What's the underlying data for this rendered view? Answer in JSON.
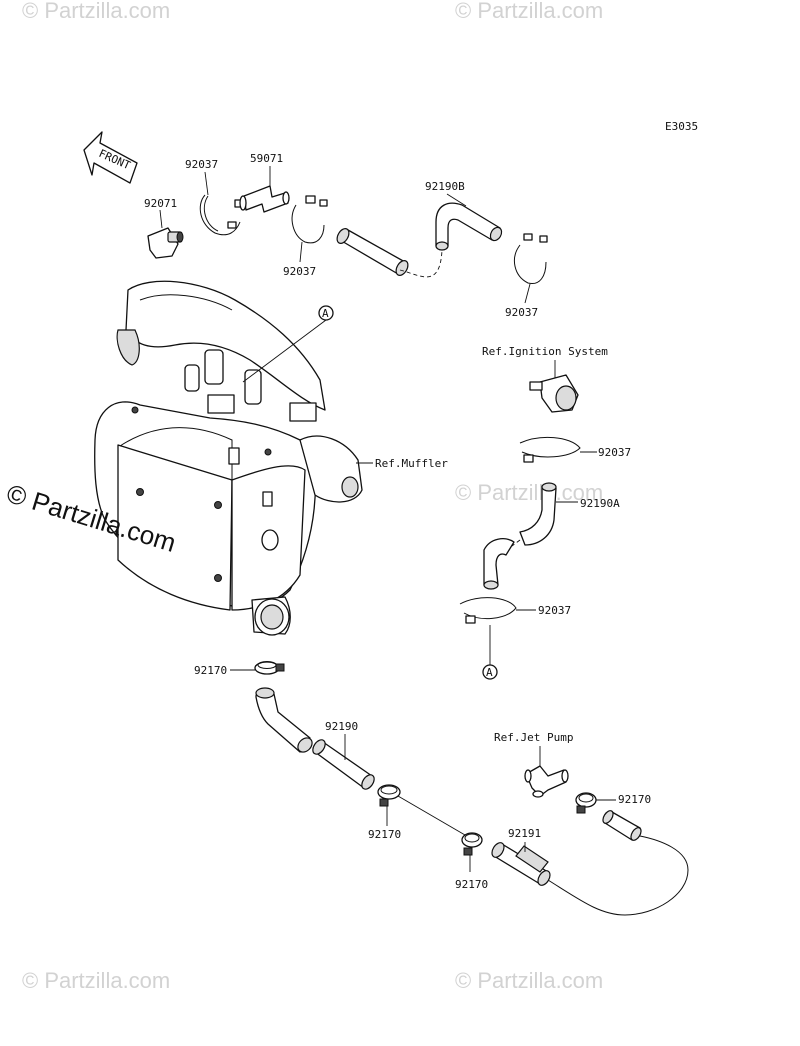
{
  "watermarks": {
    "tl": "© Partzilla.com",
    "tr": "© Partzilla.com",
    "mid_left": "© Partzilla.com",
    "mid_right": "© Partzilla.com",
    "bl": "© Partzilla.com",
    "br": "© Partzilla.com"
  },
  "diagram": {
    "code": "E3035",
    "front_label": "FRONT",
    "callout_marker": "A",
    "references": {
      "ignition": "Ref.Ignition System",
      "muffler": "Ref.Muffler",
      "jet_pump": "Ref.Jet Pump"
    },
    "parts": {
      "p92037_a": "92037",
      "p59071": "59071",
      "p92071": "92071",
      "p92037_b": "92037",
      "p92190b": "92190B",
      "p92037_c": "92037",
      "p92037_d": "92037",
      "p92190a": "92190A",
      "p92037_e": "92037",
      "p92170_a": "92170",
      "p92190": "92190",
      "p92170_b": "92170",
      "p92170_c": "92170",
      "p92191": "92191",
      "p92170_d": "92170"
    }
  }
}
